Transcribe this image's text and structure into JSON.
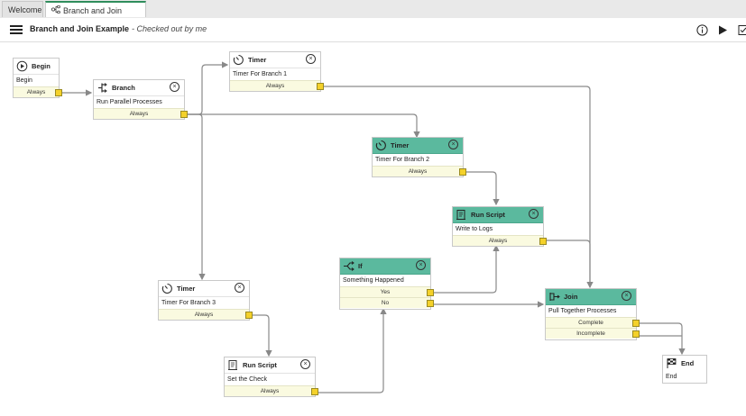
{
  "tabs": [
    {
      "label": "Welcome"
    },
    {
      "label": "Branch and Join Example",
      "icon": "branch-icon"
    }
  ],
  "header": {
    "title": "Branch and Join Example",
    "subtitle": "- Checked out by me",
    "actions": [
      "info-icon",
      "play-icon",
      "checkin-icon"
    ]
  },
  "nodes": {
    "begin": {
      "title": "Begin",
      "desc": "Begin",
      "outputs": [
        "Always"
      ]
    },
    "branch": {
      "title": "Branch",
      "desc": "Run Parallel Processes",
      "outputs": [
        "Always"
      ]
    },
    "timer1": {
      "title": "Timer",
      "desc": "Timer For Branch 1",
      "outputs": [
        "Always"
      ]
    },
    "timer2": {
      "title": "Timer",
      "desc": "Timer For Branch 2",
      "outputs": [
        "Always"
      ]
    },
    "script1": {
      "title": "Run Script",
      "desc": "Write to Logs",
      "outputs": [
        "Always"
      ]
    },
    "timer3": {
      "title": "Timer",
      "desc": "Timer For Branch 3",
      "outputs": [
        "Always"
      ]
    },
    "if": {
      "title": "If",
      "desc": "Something Happened",
      "outputs": [
        "Yes",
        "No"
      ]
    },
    "join": {
      "title": "Join",
      "desc": "Pull Together Processes",
      "outputs": [
        "Complete",
        "Incomplete"
      ]
    },
    "script2": {
      "title": "Run Script",
      "desc": "Set the Check",
      "outputs": [
        "Always"
      ]
    },
    "end": {
      "title": "End",
      "desc": "End",
      "outputs": []
    }
  },
  "colors": {
    "active_header": "#5bb99e",
    "port": "#f4d12a",
    "output_bg": "#fafae0",
    "wire": "#888888",
    "tab_accent": "#2f8d5c"
  }
}
